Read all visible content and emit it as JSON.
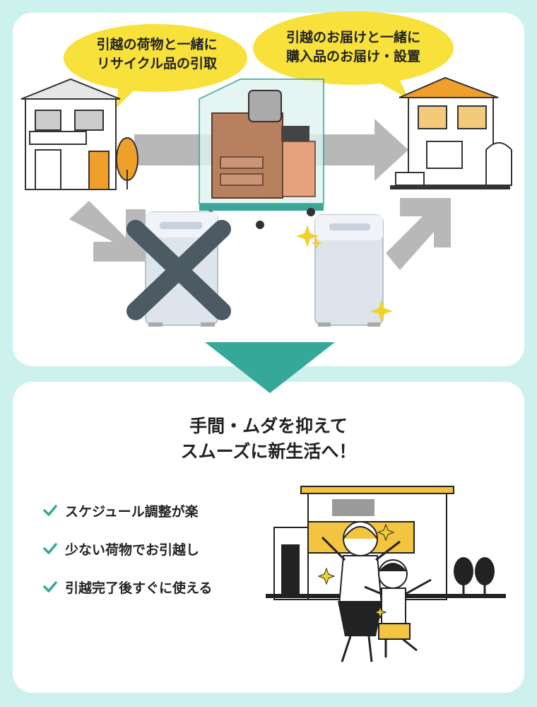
{
  "bubbles": {
    "left": {
      "line1": "引越の荷物と一緒に",
      "line2": "リサイクル品の引取"
    },
    "right": {
      "line1": "引越のお届けと一緒に",
      "line2": "購入品のお届け・設置"
    }
  },
  "headline": {
    "line1": "手間・ムダを抑えて",
    "line2": "スムーズに新生活へ！"
  },
  "benefits": [
    "スケジュール調整が楽",
    "少ない荷物でお引越し",
    "引越完了後すぐに使える"
  ],
  "colors": {
    "background": "#cdf1ec",
    "panel": "#ffffff",
    "bubble": "#f7e13a",
    "accent_teal": "#36a89a",
    "arrow_gray": "#b8b8b8",
    "cross": "#4c5a63",
    "house_orange": "#f0a02a",
    "sparkle": "#f1d12a"
  },
  "icons": [
    "house-icon",
    "truck-cart-icon",
    "washing-machine-icon",
    "cross-icon",
    "sparkle-icon",
    "check-icon",
    "family-illustration"
  ]
}
